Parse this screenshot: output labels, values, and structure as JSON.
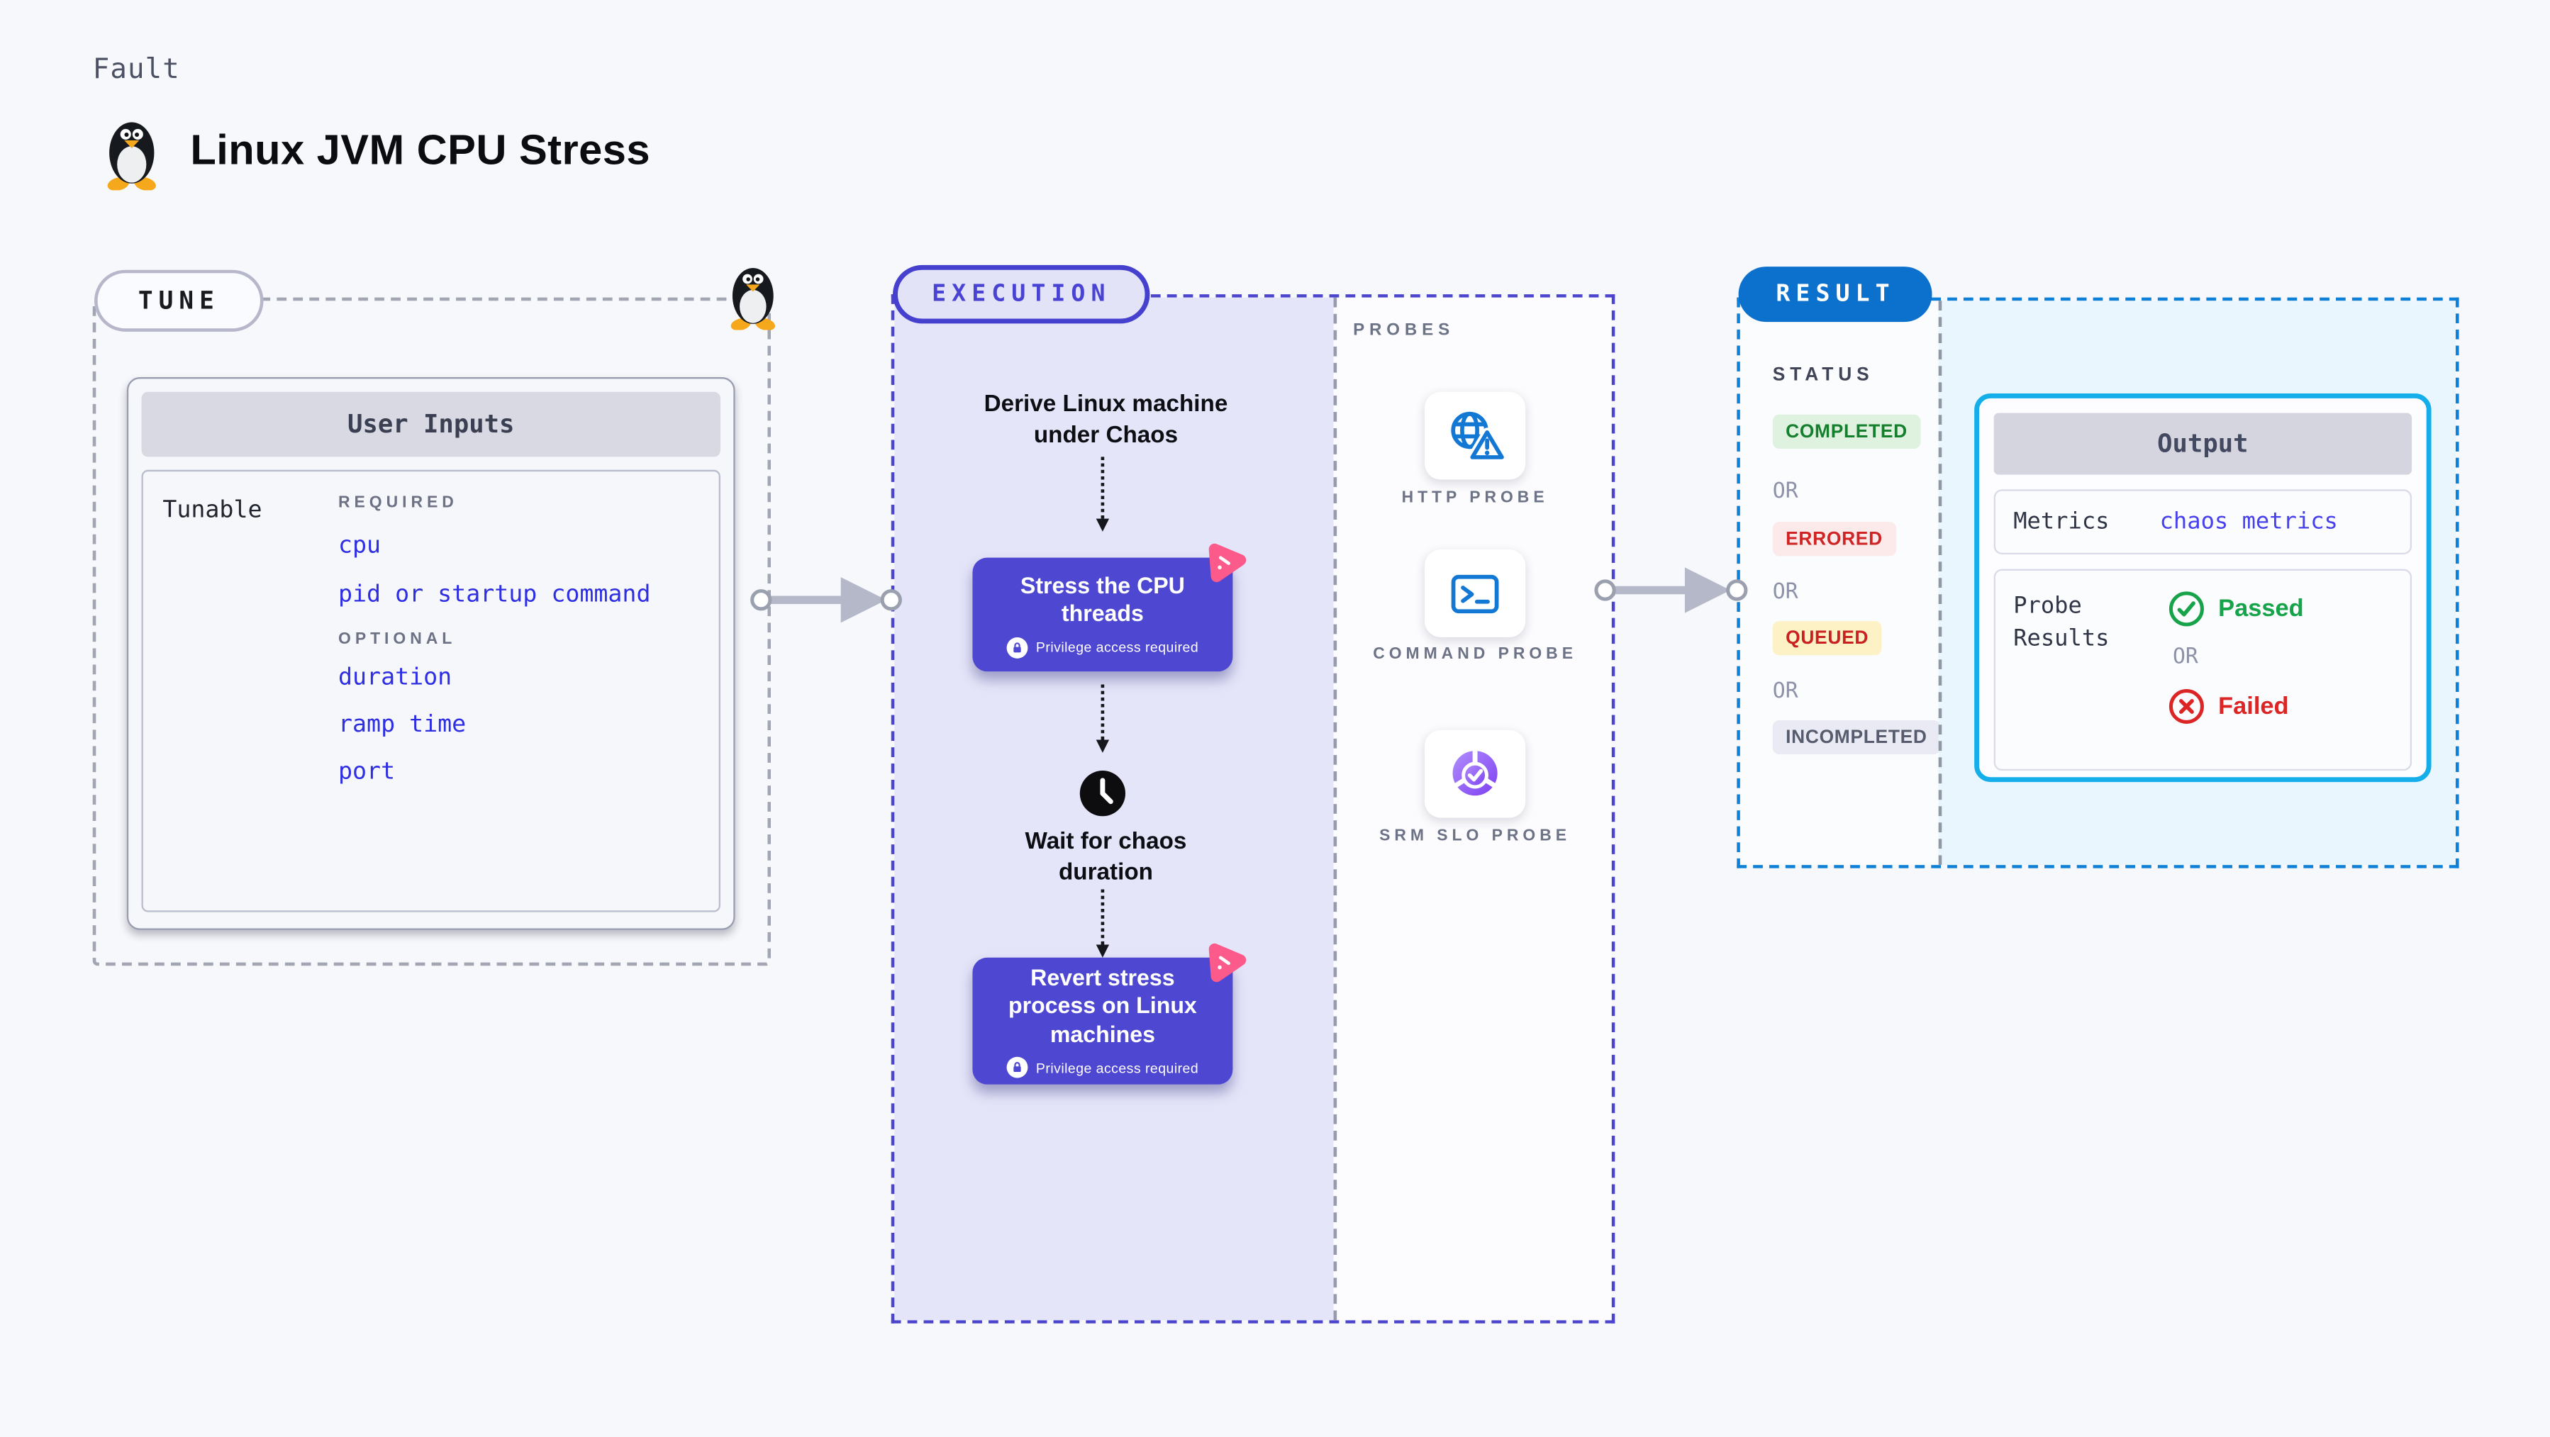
{
  "header": {
    "eyebrow": "Fault",
    "title": "Linux JVM CPU Stress",
    "title_icon": "tux-penguin-icon"
  },
  "tune": {
    "pill_label": "TUNE",
    "corner_icon": "tux-penguin-icon",
    "card_title": "User Inputs",
    "row_label": "Tunable",
    "required_heading": "REQUIRED",
    "required_items": [
      "cpu",
      "pid or startup command"
    ],
    "optional_heading": "OPTIONAL",
    "optional_items": [
      "duration",
      "ramp time",
      "port"
    ]
  },
  "execution": {
    "pill_label": "EXECUTION",
    "steps": {
      "derive": "Derive Linux machine under Chaos",
      "stress": "Stress the CPU threads",
      "wait": "Wait for chaos duration",
      "revert": "Revert stress process on Linux machines"
    },
    "privilege_note": "Privilege access required",
    "node_color": "#4e47d2",
    "badge_icon": "chaos-spark-icon",
    "clock_icon": "clock-icon",
    "lock_icon": "lock-icon"
  },
  "probes": {
    "heading": "PROBES",
    "items": [
      {
        "label": "HTTP PROBE",
        "icon": "globe-alert-icon"
      },
      {
        "label": "COMMAND PROBE",
        "icon": "terminal-icon"
      },
      {
        "label": "SRM SLO PROBE",
        "icon": "slo-gauge-icon"
      }
    ]
  },
  "result": {
    "pill_label": "RESULT",
    "status_heading": "STATUS",
    "or_label": "OR",
    "statuses": [
      {
        "label": "COMPLETED",
        "bg": "#def2df",
        "text": "#157f2e"
      },
      {
        "label": "ERRORED",
        "bg": "#fce9e9",
        "text": "#d02424"
      },
      {
        "label": "QUEUED",
        "bg": "#fdf1c6",
        "text": "#c92020"
      },
      {
        "label": "INCOMPLETED",
        "bg": "#e9eaf3",
        "text": "#565c6e"
      }
    ],
    "output": {
      "title": "Output",
      "metrics_label": "Metrics",
      "metrics_value": "chaos metrics",
      "probe_results_label": "Probe Results",
      "passed_label": "Passed",
      "failed_label": "Failed",
      "passed_color": "#16a34a",
      "failed_color": "#dc2626"
    }
  },
  "colors": {
    "page_bg": "#f7f8fb",
    "execution_bg": "#e5e5f9",
    "execution_accent": "#4b45ce",
    "result_accent": "#0e80d8",
    "result_bg": "#e9f6fd",
    "link_blue": "#2e2ee2",
    "arrow_gray": "#b5b8c8",
    "probe_icon_blue": "#1377d4",
    "pink_badge": "#fb5a8b"
  }
}
